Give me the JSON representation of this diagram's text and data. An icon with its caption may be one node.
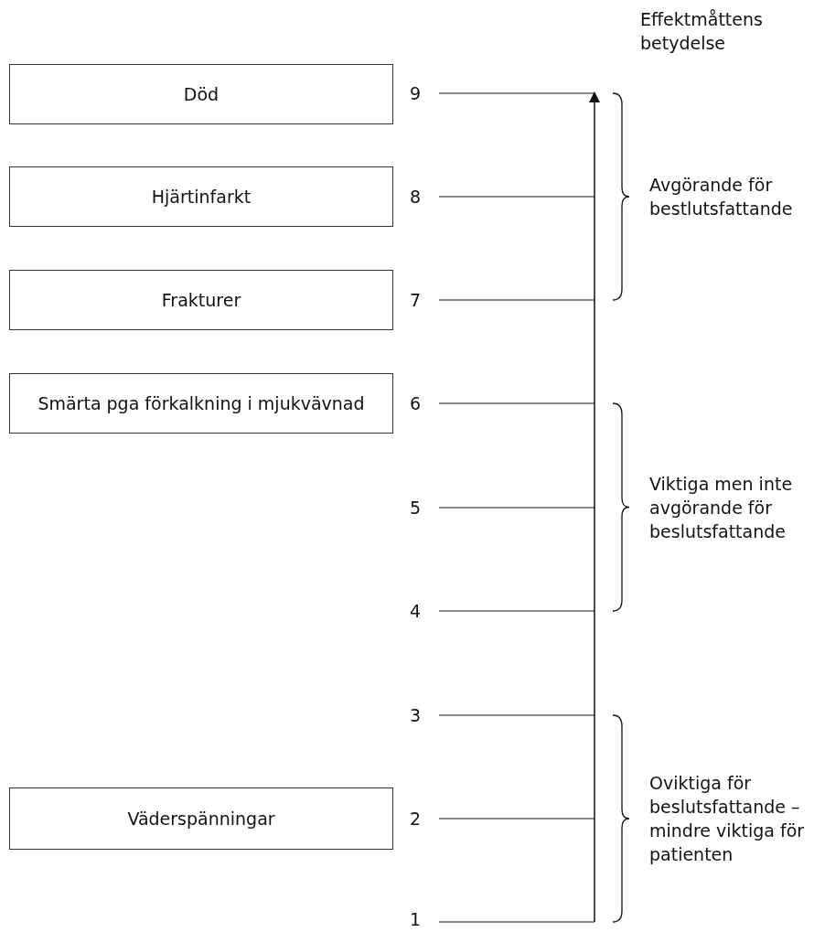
{
  "diagram": {
    "nodes": [
      {
        "text": [
          "Död"
        ]
      },
      {
        "text": [
          "Hjärtinfarkt"
        ]
      },
      {
        "text": [
          "Frakturer"
        ]
      },
      {
        "text": [
          "Smärta pga förkalkning i mjukvävnad"
        ]
      },
      {
        "text": [
          "Väderspänningar"
        ]
      }
    ],
    "labels": [
      "Effektmåttens betydelse",
      "9",
      "8",
      "Avgörande för bestlutsfattande",
      "7",
      "6",
      "5",
      "Viktiga men inte avgörande för beslutsfattande",
      "4",
      "3",
      "2",
      "Oviktiga för beslutsfattande – mindre viktiga för patienten",
      "1"
    ]
  }
}
